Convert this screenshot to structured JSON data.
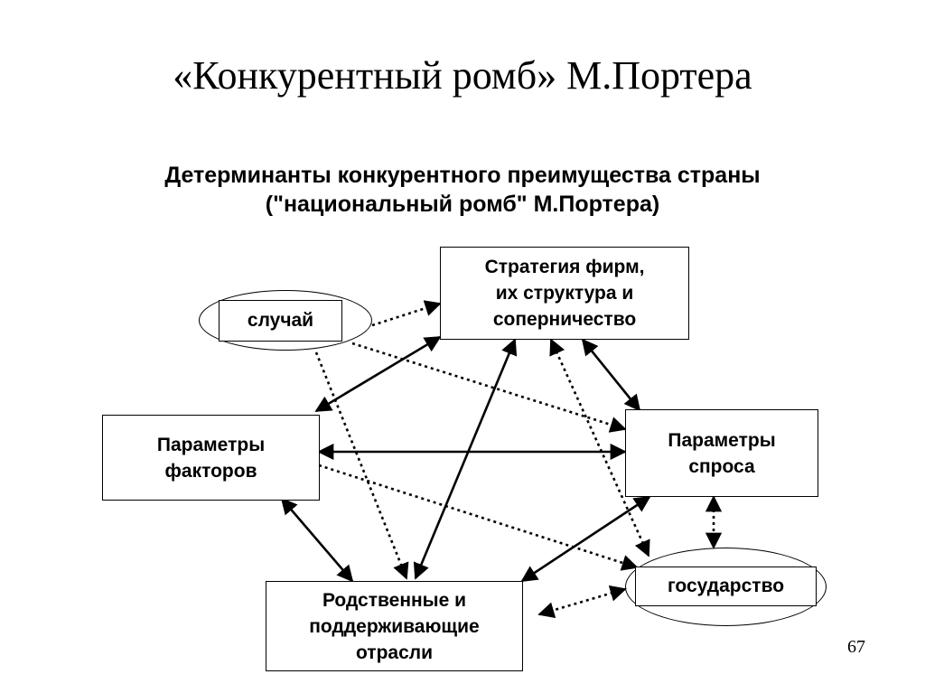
{
  "title": "«Конкурентный ромб» М.Портера",
  "subtitle_line1": "Детерминанты конкурентного преимущества страны",
  "subtitle_line2": "(\"национальный ромб\" М.Портера)",
  "nodes": {
    "strategy": [
      "Стратегия фирм,",
      "их структура и",
      "соперничество"
    ],
    "factors": [
      "Параметры",
      "факторов"
    ],
    "demand": [
      "Параметры",
      "спроса"
    ],
    "related": [
      "Родственные и",
      "поддерживающие",
      "отрасли"
    ],
    "chance": "случай",
    "government": "государство"
  },
  "page_number": "67"
}
